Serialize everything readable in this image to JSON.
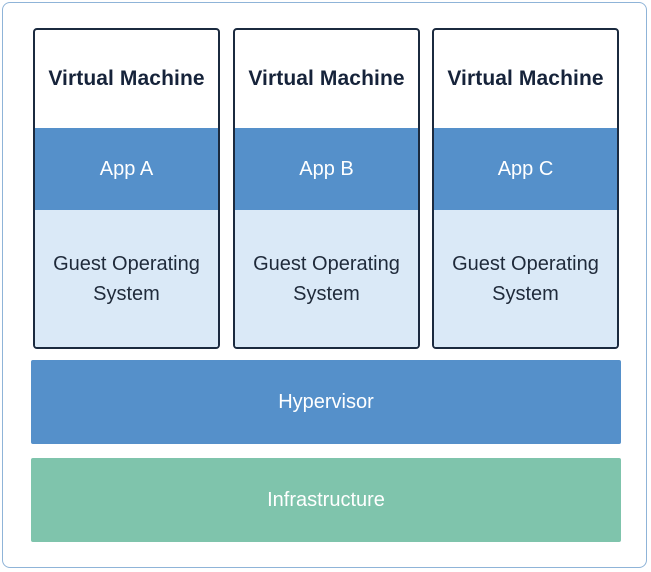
{
  "vms": [
    {
      "title": "Virtual Machine",
      "app": "App A",
      "os": "Guest Operating System"
    },
    {
      "title": "Virtual Machine",
      "app": "App B",
      "os": "Guest Operating System"
    },
    {
      "title": "Virtual Machine",
      "app": "App C",
      "os": "Guest Operating System"
    }
  ],
  "layers": {
    "hypervisor": "Hypervisor",
    "infrastructure": "Infrastructure"
  },
  "colors": {
    "app_blue": "#5590ca",
    "os_light_blue": "#dae9f7",
    "infra_green": "#7fc4ac",
    "border_dark": "#1b2a3f",
    "frame_border": "#8fb4d8"
  }
}
